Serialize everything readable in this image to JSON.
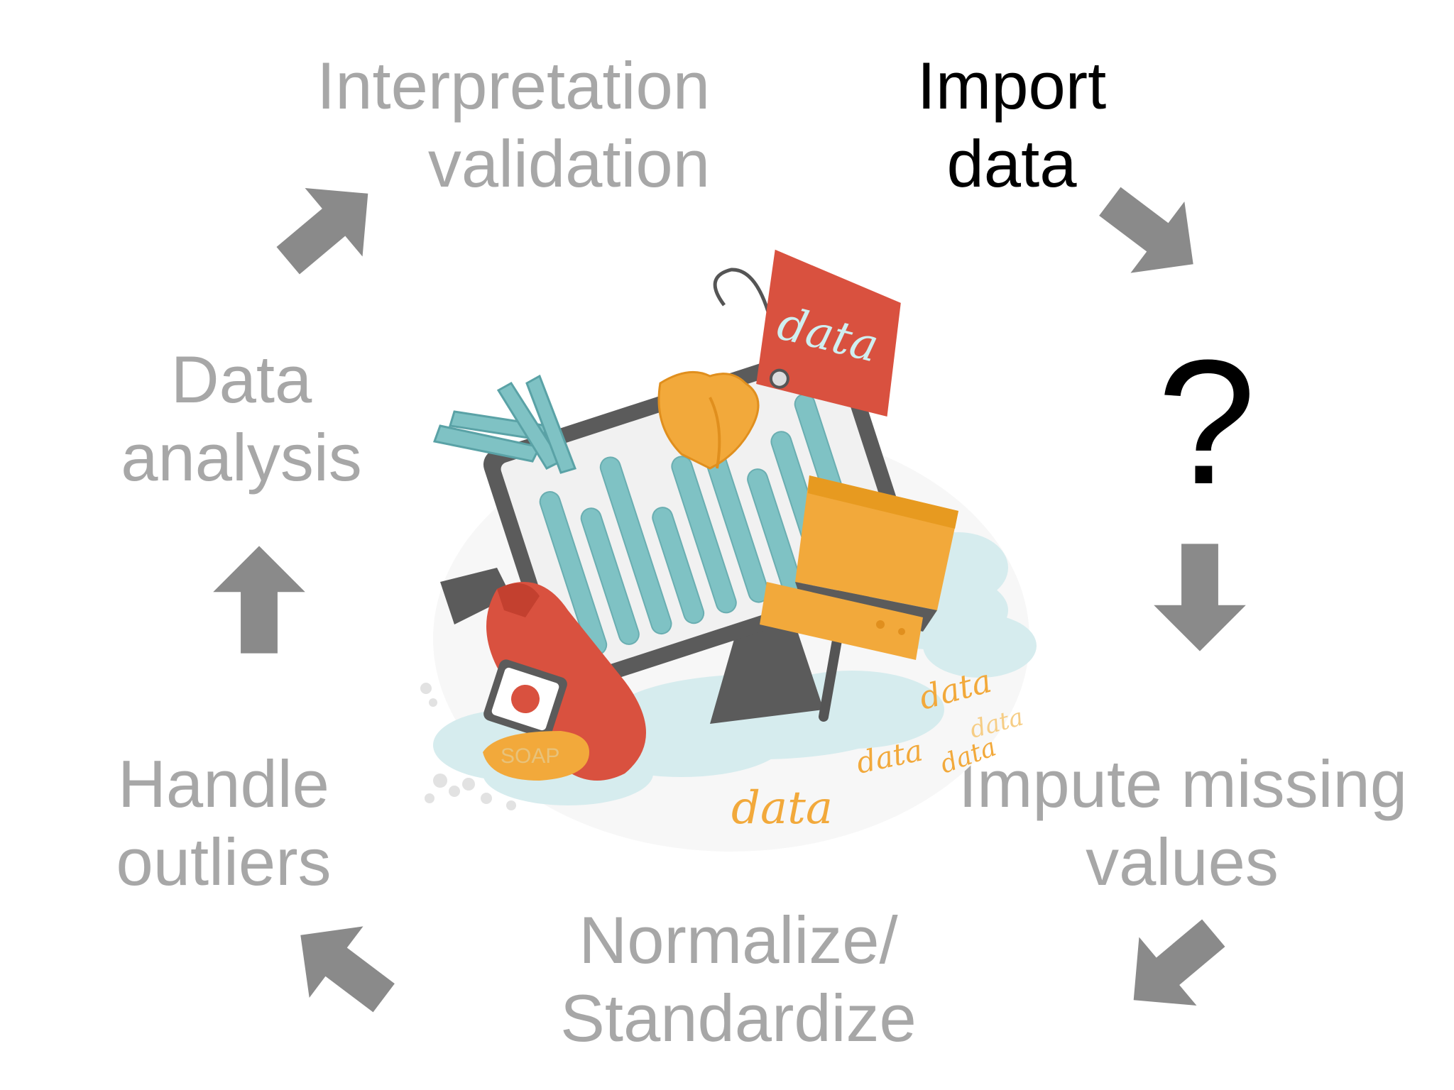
{
  "colors": {
    "muted_text": "#a7a7a7",
    "active_text": "#000000",
    "arrow": "#8a8a8a",
    "illus_red": "#d9513f",
    "illus_orange": "#f2a93b",
    "illus_teal": "#7fc2c4",
    "illus_cloud": "#d6ecee",
    "illus_dark": "#5b5b5b"
  },
  "steps": {
    "interpretation": {
      "line1": "Interpretation",
      "line2": "validation",
      "state": "muted"
    },
    "import": {
      "line1": "Import",
      "line2": "data",
      "state": "active"
    },
    "impute": {
      "line1": "Impute missing",
      "line2": "values",
      "state": "muted"
    },
    "normalize": {
      "line1": "Normalize/",
      "line2": "Standardize",
      "state": "muted"
    },
    "outliers": {
      "line1": "Handle",
      "line2": "outliers",
      "state": "muted"
    },
    "analysis": {
      "line1": "Data",
      "line2": "analysis",
      "state": "muted"
    }
  },
  "question_mark": "?",
  "illustration": {
    "tag_text": "data",
    "soap_text": "SOAP",
    "scribbles": [
      "data",
      "data",
      "data",
      "data",
      "data"
    ]
  },
  "icons": {
    "arrows": [
      "arrow-icon"
    ],
    "illustration": "data-cleaning-illustration"
  }
}
